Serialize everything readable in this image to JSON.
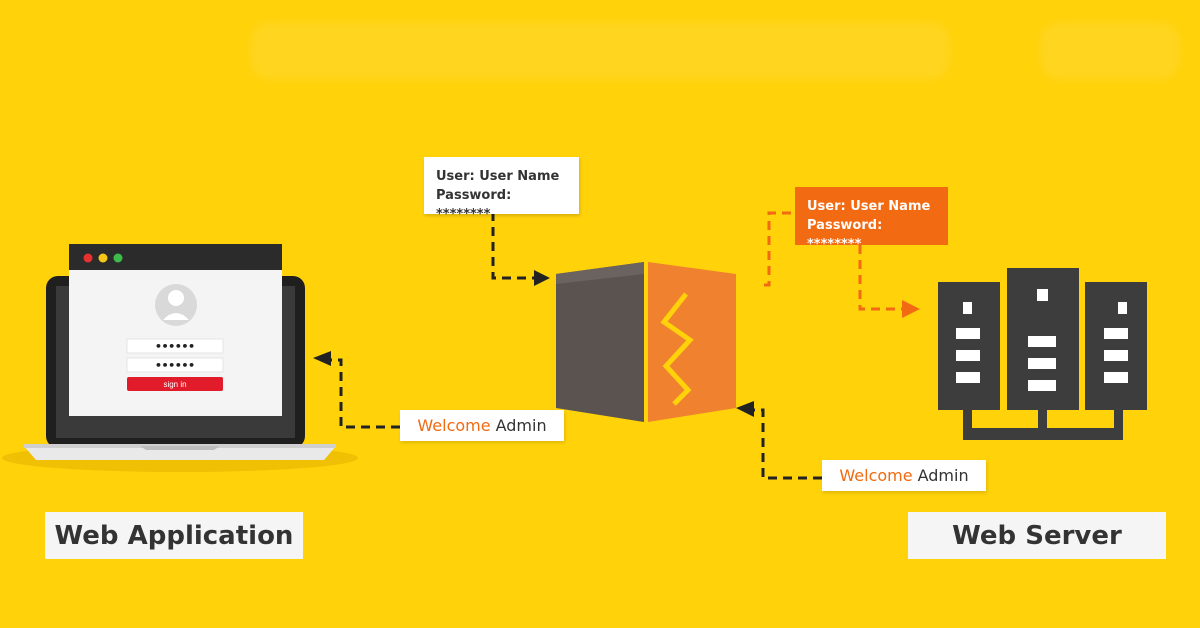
{
  "labels": {
    "left": "Web Application",
    "right": "Web Server"
  },
  "client_credentials": {
    "user": "User: User Name",
    "password": "Password: ********"
  },
  "forwarded_credentials": {
    "user": "User: User Name",
    "password": "Password: ********"
  },
  "response_to_client": {
    "word1": "Welcome",
    "word2": "Admin"
  },
  "response_from_server": {
    "word1": "Welcome",
    "word2": "Admin"
  },
  "login_form": {
    "password1": "••••••",
    "password2": "••••••",
    "button": "sign in"
  },
  "colors": {
    "background": "#ffd20a",
    "accent_orange": "#f26a12",
    "dark": "#333333",
    "firewall_dark": "#5a5350",
    "firewall_orange": "#f0822f"
  }
}
